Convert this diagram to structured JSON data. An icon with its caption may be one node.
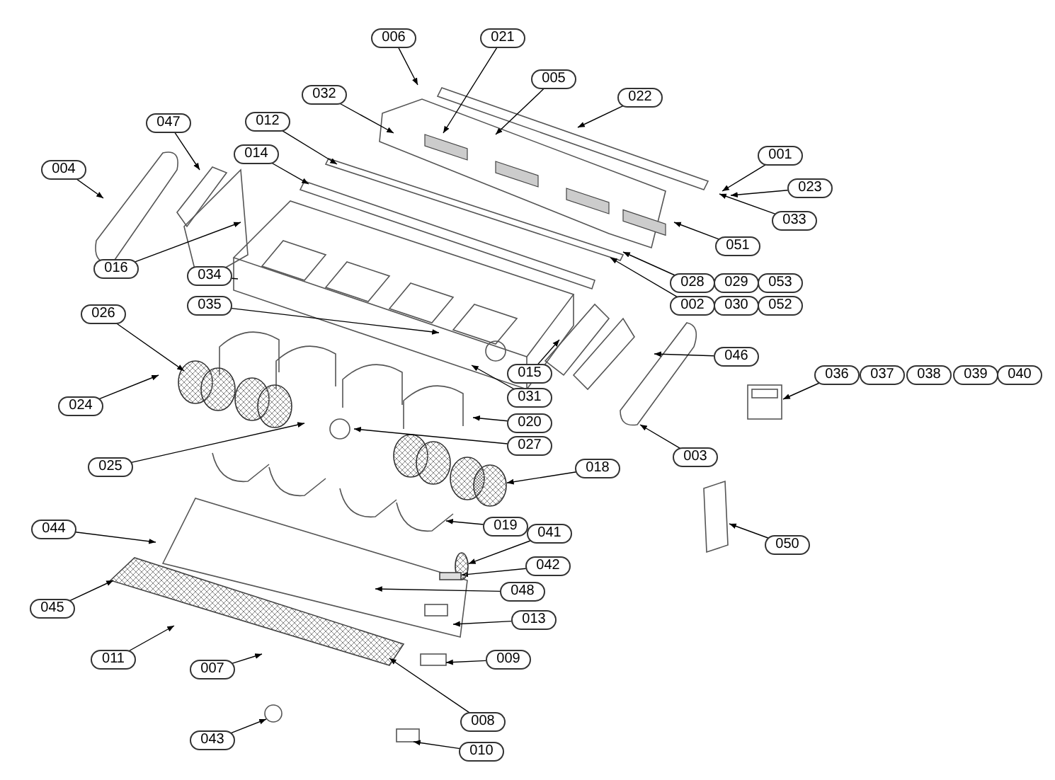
{
  "diagram": {
    "nodes": [
      {
        "text": [
          "006"
        ]
      },
      {
        "text": [
          "021"
        ]
      },
      {
        "text": [
          "005"
        ]
      },
      {
        "text": [
          "032"
        ]
      },
      {
        "text": [
          "022"
        ]
      },
      {
        "text": [
          "047"
        ]
      },
      {
        "text": [
          "012"
        ]
      },
      {
        "text": [
          "014"
        ]
      },
      {
        "text": [
          "001"
        ]
      },
      {
        "text": [
          "004"
        ]
      },
      {
        "text": [
          "023"
        ]
      },
      {
        "text": [
          "033"
        ]
      },
      {
        "text": [
          "051"
        ]
      },
      {
        "text": [
          "016"
        ]
      },
      {
        "text": [
          "034"
        ]
      },
      {
        "text": [
          "028"
        ]
      },
      {
        "text": [
          "029"
        ]
      },
      {
        "text": [
          "053"
        ]
      },
      {
        "text": [
          "002"
        ]
      },
      {
        "text": [
          "030"
        ]
      },
      {
        "text": [
          "052"
        ]
      },
      {
        "text": [
          "035"
        ]
      },
      {
        "text": [
          "026"
        ]
      },
      {
        "text": [
          "046"
        ]
      },
      {
        "text": [
          "015"
        ]
      },
      {
        "text": [
          "036"
        ]
      },
      {
        "text": [
          "037"
        ]
      },
      {
        "text": [
          "038"
        ]
      },
      {
        "text": [
          "039"
        ]
      },
      {
        "text": [
          "040"
        ]
      },
      {
        "text": [
          "031"
        ]
      },
      {
        "text": [
          "024"
        ]
      },
      {
        "text": [
          "020"
        ]
      },
      {
        "text": [
          "003"
        ]
      },
      {
        "text": [
          "027"
        ]
      },
      {
        "text": [
          "025"
        ]
      },
      {
        "text": [
          "018"
        ]
      },
      {
        "text": [
          "019"
        ]
      },
      {
        "text": [
          "044"
        ]
      },
      {
        "text": [
          "041"
        ]
      },
      {
        "text": [
          "050"
        ]
      },
      {
        "text": [
          "042"
        ]
      },
      {
        "text": [
          "048"
        ]
      },
      {
        "text": [
          "045"
        ]
      },
      {
        "text": [
          "013"
        ]
      },
      {
        "text": [
          "011"
        ]
      },
      {
        "text": [
          "009"
        ]
      },
      {
        "text": [
          "007"
        ]
      },
      {
        "text": [
          "008"
        ]
      },
      {
        "text": [
          "043"
        ]
      },
      {
        "text": [
          "010"
        ]
      },
      {
        "text": [],
        "shape": "cylinder"
      },
      {
        "text": [],
        "shape": "cylinder"
      },
      {
        "text": [],
        "shape": "bar"
      }
    ],
    "edges": [
      {
        "from": 0,
        "to": null,
        "arrow": "to"
      },
      {
        "from": 1,
        "to": null,
        "arrow": "to"
      },
      {
        "from": 2,
        "to": null,
        "arrow": "to"
      },
      {
        "from": 3,
        "to": null,
        "arrow": "to"
      },
      {
        "from": 4,
        "to": null,
        "arrow": "to"
      },
      {
        "from": 5,
        "to": null,
        "arrow": "to"
      },
      {
        "from": 6,
        "to": null,
        "arrow": "to"
      },
      {
        "from": 7,
        "to": null,
        "arrow": "to"
      },
      {
        "from": 8,
        "to": null,
        "arrow": "to"
      },
      {
        "from": 9,
        "to": null,
        "arrow": "to"
      },
      {
        "from": 10,
        "to": null,
        "arrow": "to"
      },
      {
        "from": 11,
        "to": null,
        "arrow": "to"
      },
      {
        "from": 12,
        "to": null,
        "arrow": "to"
      },
      {
        "from": 13,
        "to": null,
        "arrow": "to"
      },
      {
        "from": 14,
        "to": null,
        "arrow": "none"
      },
      {
        "from": 15,
        "to": null,
        "arrow": "to"
      },
      {
        "from": 18,
        "to": null,
        "arrow": "to"
      },
      {
        "from": 21,
        "to": null,
        "arrow": "to"
      },
      {
        "from": 22,
        "to": null,
        "arrow": "to"
      },
      {
        "from": 23,
        "to": null,
        "arrow": "to"
      },
      {
        "from": 24,
        "to": null,
        "arrow": "to"
      },
      {
        "from": 25,
        "to": null,
        "arrow": "to"
      },
      {
        "from": 30,
        "to": null,
        "arrow": "to"
      },
      {
        "from": 31,
        "to": null,
        "arrow": "to"
      },
      {
        "from": 32,
        "to": null,
        "arrow": "to"
      },
      {
        "from": 33,
        "to": null,
        "arrow": "to"
      },
      {
        "from": 34,
        "to": null,
        "arrow": "to"
      },
      {
        "from": 35,
        "to": null,
        "arrow": "to"
      },
      {
        "from": 36,
        "to": 51,
        "arrow": "to"
      },
      {
        "from": 37,
        "to": null,
        "arrow": "to"
      },
      {
        "from": 38,
        "to": null,
        "arrow": "to"
      },
      {
        "from": 39,
        "to": 52,
        "arrow": "to"
      },
      {
        "from": 40,
        "to": null,
        "arrow": "to"
      },
      {
        "from": 41,
        "to": 53,
        "arrow": "to"
      },
      {
        "from": 42,
        "to": null,
        "arrow": "to"
      },
      {
        "from": 43,
        "to": null,
        "arrow": "to"
      },
      {
        "from": 44,
        "to": null,
        "arrow": "to"
      },
      {
        "from": 45,
        "to": null,
        "arrow": "to"
      },
      {
        "from": 46,
        "to": null,
        "arrow": "to"
      },
      {
        "from": 47,
        "to": null,
        "arrow": "to"
      },
      {
        "from": 48,
        "to": null,
        "arrow": "to"
      },
      {
        "from": 49,
        "to": null,
        "arrow": "to"
      },
      {
        "from": 50,
        "to": null,
        "arrow": "to"
      }
    ]
  }
}
